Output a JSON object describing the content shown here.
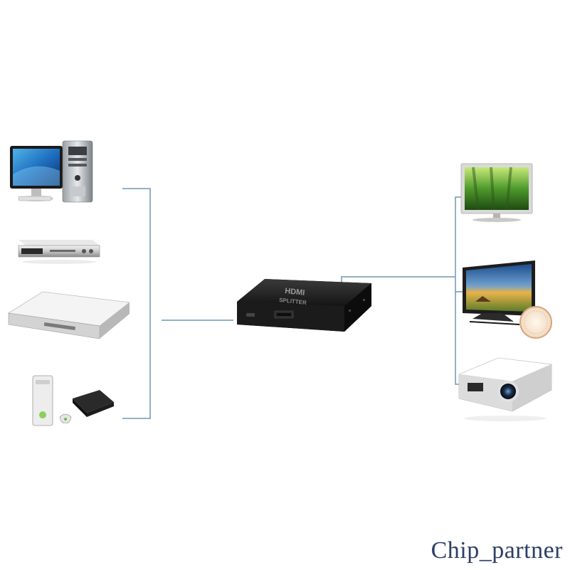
{
  "splitter": {
    "brand_mark": "HDMI",
    "label": "SPLITTER"
  },
  "sources": [
    {
      "name": "desktop-computer"
    },
    {
      "name": "dvd-player"
    },
    {
      "name": "set-top-box"
    },
    {
      "name": "game-consoles"
    }
  ],
  "displays": [
    {
      "name": "led-tv"
    },
    {
      "name": "lcd-monitor"
    },
    {
      "name": "projector"
    }
  ],
  "watermark": {
    "text": "Chip_partner"
  },
  "colors": {
    "connector_line": "#6e97b3",
    "splitter_body": "#1a1a1a"
  }
}
